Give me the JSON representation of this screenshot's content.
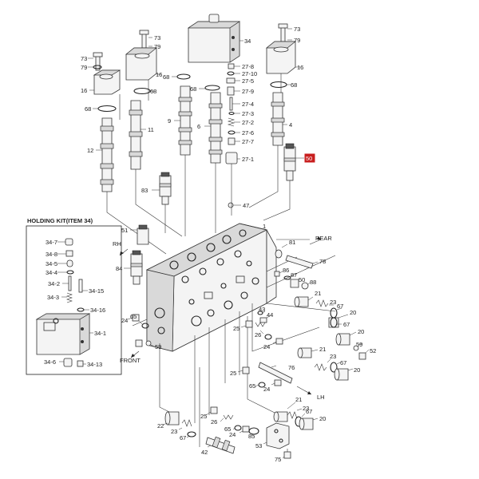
{
  "holding_kit": {
    "title": "HOLDING KIT(ITEM 34)",
    "labels": [
      "34-7",
      "34-8",
      "34-5",
      "34-4",
      "34-2",
      "34-15",
      "34-3",
      "34-16",
      "34-1",
      "34-6",
      "34-13"
    ]
  },
  "directions": {
    "rear": "REAR",
    "rh": "RH",
    "front": "FRONT",
    "lh": "LH"
  },
  "highlight": {
    "label": "50",
    "color": "#c81e1e"
  },
  "labels": {
    "l73a": "73",
    "l79a": "79",
    "l34": "34",
    "l73b": "73",
    "l79b": "79",
    "l73c": "73",
    "l79c": "79",
    "l16a": "16",
    "l16b": "16",
    "l16c": "16",
    "l68a": "68",
    "l68b": "68",
    "l68c": "68",
    "l68d": "68",
    "l68e": "68",
    "l27_8": "27-8",
    "l27_10": "27-10",
    "l27_5": "27-5",
    "l27_9": "27-9",
    "l27_4": "27-4",
    "l27_3": "27-3",
    "l27_2": "27-2",
    "l27_6": "27-6",
    "l27_7": "27-7",
    "l27_1": "27-1",
    "l9": "9",
    "l6": "6",
    "l4": "4",
    "l11": "11",
    "l12": "12",
    "l83": "83",
    "l47": "47",
    "l1": "1",
    "l51": "51",
    "l84": "84",
    "l81": "81",
    "l78": "78",
    "l86": "86",
    "l87": "87",
    "l50b": "50",
    "l88": "88",
    "l21a": "21",
    "l23a": "23",
    "l67a": "67",
    "l20a": "20",
    "l67b": "67",
    "l20b": "20",
    "l59a": "59",
    "l52": "52",
    "l43": "43",
    "l44": "44",
    "l25a": "25",
    "l26a": "26",
    "l24a": "24",
    "l65a": "65",
    "l24b": "24",
    "l59b": "59",
    "l21b": "21",
    "l23b": "23",
    "l67c": "67",
    "l20c": "20",
    "l76": "76",
    "l25b": "25",
    "l65b": "65",
    "l24c": "24",
    "l21c": "21",
    "l23c": "23",
    "l67d": "67",
    "l20d": "20",
    "l22": "22",
    "l25c": "25",
    "l26b": "26",
    "l23d": "23",
    "l67e": "67",
    "l65c": "65",
    "l24d": "24",
    "l85": "85",
    "l42": "42",
    "l53": "53",
    "l75": "75"
  }
}
